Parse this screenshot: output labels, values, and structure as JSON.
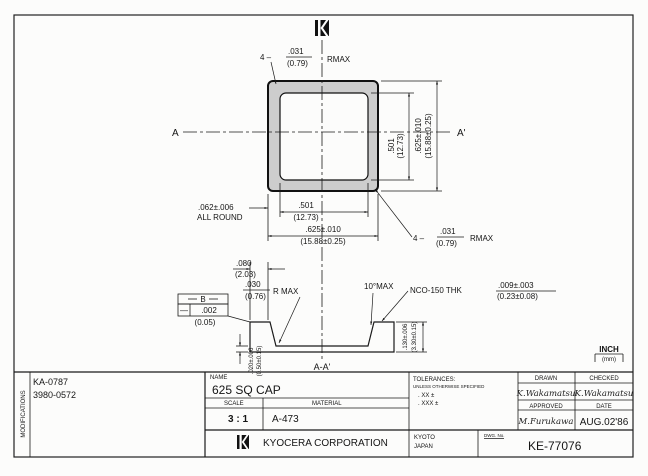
{
  "logo": {
    "icon": "kyocera-logo"
  },
  "plan_view": {
    "section_mark_left": "A",
    "section_mark_right": "A'",
    "corner_radius_top": {
      "count": "4 –",
      "inch": ".031",
      "mm": "(0.79)",
      "note": "RMAX"
    },
    "inner_height": {
      "inch": ".501",
      "mm": "(12.73)"
    },
    "outer_height": {
      "inch": ".625±.010",
      "mm": "(15.88±0.25)"
    },
    "wall": {
      "inch": ".062±.006",
      "note": "ALL ROUND"
    },
    "inner_width": {
      "inch": ".501",
      "mm": "(12.73)"
    },
    "outer_width": {
      "inch": ".625±.010",
      "mm": "(15.88±0.25)"
    },
    "corner_radius_bottom": {
      "count": "4 –",
      "inch": ".031",
      "mm": "(0.79)",
      "note": "RMAX"
    }
  },
  "section_view": {
    "label": "A-A'",
    "flange": {
      "inch": ".080",
      "mm": "(2.03)"
    },
    "inner_radius": {
      "inch": ".030",
      "mm": "(0.76)",
      "note": "R MAX"
    },
    "datum": {
      "label": "B",
      "symbol": "—",
      "tolerance": ".002",
      "mm": "(0.05)"
    },
    "draft": "10°MAX",
    "plating": {
      "spec": "NCO-150 THK",
      "inch": ".009±.003",
      "mm": "(0.23±0.08)"
    },
    "thickness": {
      "inch": ".130±.006",
      "mm": "(3.30±0.15)"
    },
    "bottom": {
      "inch": ".020±.006",
      "mm": "(0.50±0.15)"
    }
  },
  "units": {
    "primary": "INCH",
    "secondary": "(mm)"
  },
  "title_block": {
    "modifications_label": "MODIFICATIONS",
    "modifications": [
      "KA-0787",
      "3980-0572"
    ],
    "name_label": "NAME",
    "name": "625 SQ CAP",
    "scale_label": "SCALE",
    "scale": "3 : 1",
    "material_label": "MATERIAL",
    "material": "A-473",
    "tolerances": {
      "title": "TOLERANCES:",
      "note": "UNLESS OTHERWISE SPECIFIED",
      "two_place": ". XX ±",
      "three_place": ". XXX ±"
    },
    "drawn_label": "DRAWN",
    "drawn_by": "K.Wakamatsu",
    "checked_label": "CHECKED",
    "checked_by": "K.Wakamatsu",
    "approved_label": "APPROVED",
    "approved_by": "M.Furukawa",
    "date_label": "DATE",
    "date": "AUG.02'86",
    "company": "KYOCERA CORPORATION",
    "city": "KYOTO",
    "country": "JAPAN",
    "dwg_no_label": "DWG. No.",
    "dwg_no": "KE-77076"
  }
}
